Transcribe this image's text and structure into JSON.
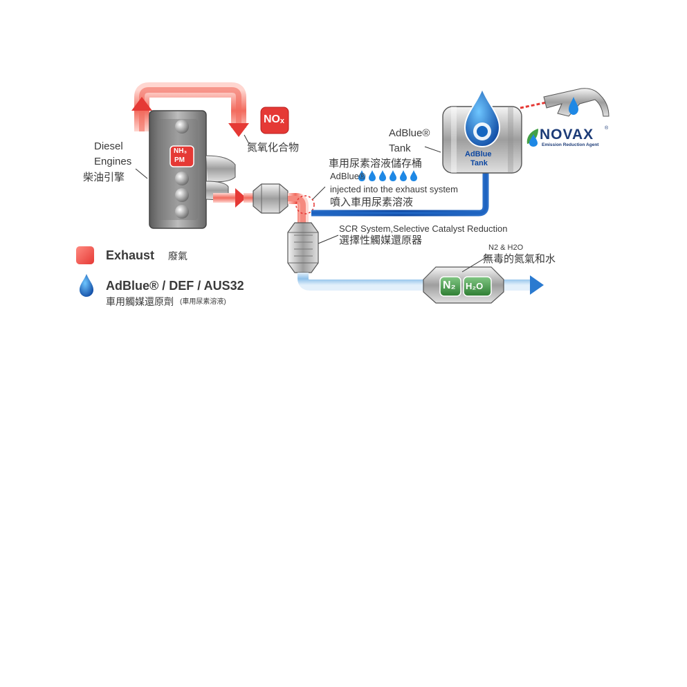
{
  "engine": {
    "label_en_1": "Diesel",
    "label_en_2": "Engines",
    "label_zh": "柴油引擎",
    "chip_top": "NH₃",
    "chip_bottom": "PM"
  },
  "nox": {
    "badge": "NOₓ",
    "label_zh": "氮氧化合物"
  },
  "tank": {
    "label_en_1": "AdBlue®",
    "label_en_2": "Tank",
    "badge_1": "AdBlue",
    "badge_2": "Tank",
    "label_zh": "車用尿素溶液儲存桶"
  },
  "injection": {
    "adblue": "AdBlue®",
    "en": "injected into the exhaust system",
    "zh": "噴入車用尿素溶液"
  },
  "scr": {
    "en": "SCR System,Selective Catalyst Reduction",
    "zh": "選擇性觸媒還原器"
  },
  "output": {
    "en": "N2 & H2O",
    "zh": "無毒的氮氣和水",
    "badge_n2": "N₂",
    "badge_h2o": "H₂O"
  },
  "brand": {
    "name": "NOVAX",
    "mark": "®",
    "tagline": "Emission Reduction Agent"
  },
  "legend": {
    "exhaust_en": "Exhaust",
    "exhaust_zh": "廢氣",
    "adblue_en": "AdBlue® / DEF / AUS32",
    "adblue_zh": "車用觸媒還原劑",
    "adblue_zh_small": "(車用尿素溶液)"
  },
  "colors": {
    "exhaust": "#e53935",
    "adblue": "#1565c0",
    "brand": "#1d3c78",
    "output_green": "#2e7d32"
  }
}
